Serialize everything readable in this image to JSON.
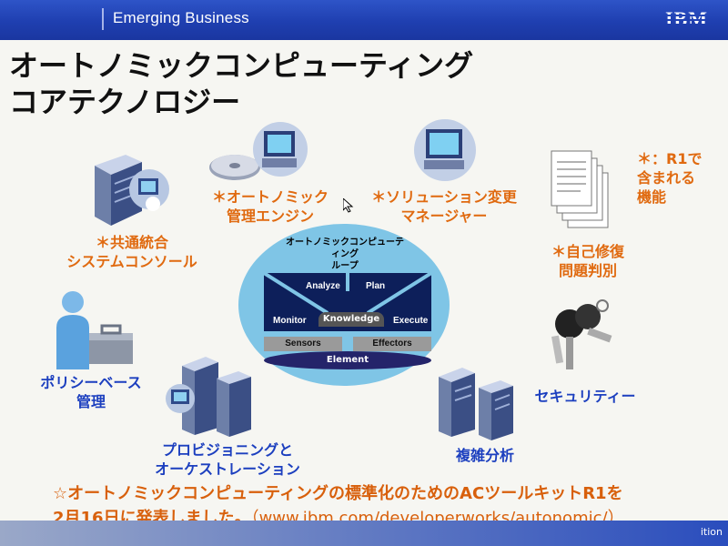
{
  "header": {
    "title": "Emerging Business",
    "logo": "IBM"
  },
  "title": {
    "line1": "オートノミックコンピューティング",
    "line2": "コアテクノロジー"
  },
  "labels": {
    "engine": [
      "＊オートノミック",
      "管理エンジン"
    ],
    "solution": [
      "＊ソリューション変更",
      "マネージャー"
    ],
    "console": [
      "＊共通統合",
      "システムコンソール"
    ],
    "r1note": [
      "＊：R1で",
      "含まれる",
      "機能"
    ],
    "selfrepair": [
      "＊自己修復",
      "問題判別"
    ],
    "policy": [
      "ポリシーベース",
      "管理"
    ],
    "security": "セキュリティー",
    "provisioning": [
      "プロビジョニングと",
      "オーケストレーション"
    ],
    "analysis": "複雑分析"
  },
  "loop": {
    "title": [
      "オートノミックコンピューティング",
      "ループ"
    ],
    "analyze": "Analyze",
    "plan": "Plan",
    "monitor": "Monitor",
    "knowledge": "Knowledge",
    "execute": "Execute",
    "sensors": "Sensors",
    "effectors": "Effectors",
    "element": "Element"
  },
  "footer": {
    "line1": "☆オートノミックコンピューティングの標準化のためのACツールキットR1を",
    "line2": "2月16日に発表しました。",
    "url": "（www.ibm.com/developerworks/autonomic/）",
    "strip_text": "ition"
  },
  "colors": {
    "header": "#1f3fb0",
    "orange": "#e06a10",
    "blue": "#1c3fbf",
    "loop": "#7fc5e6",
    "dark": "#0d1f5a"
  }
}
